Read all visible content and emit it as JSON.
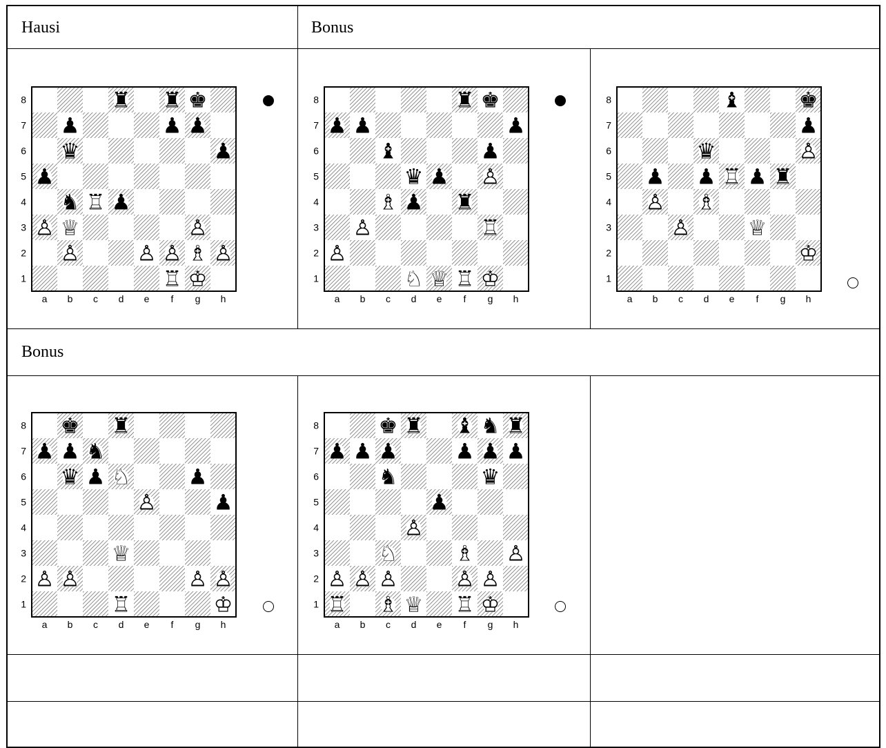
{
  "headers": {
    "hausi": "Hausi",
    "bonus_top": "Bonus",
    "bonus_mid": "Bonus"
  },
  "colors": {
    "light": "#ffffff",
    "dark_hatch": "#555555",
    "piece": "#000000"
  },
  "diagrams": [
    {
      "id": "d1",
      "to_move": "black",
      "pieces": {
        "d8": "r",
        "f8": "r",
        "g8": "k",
        "b7": "p",
        "f7": "p",
        "g7": "p",
        "b6": "q",
        "h6": "p",
        "a5": "p",
        "b4": "n",
        "c4": "R",
        "d4": "p",
        "a3": "P",
        "b3": "Q",
        "g3": "P",
        "b2": "P",
        "e2": "P",
        "f2": "P",
        "g2": "B",
        "h2": "P",
        "f1": "R",
        "g1": "K"
      }
    },
    {
      "id": "d2",
      "to_move": "black",
      "pieces": {
        "f8": "r",
        "g8": "k",
        "a7": "p",
        "b7": "p",
        "h7": "p",
        "c6": "b",
        "g6": "p",
        "d5": "q",
        "e5": "p",
        "g5": "P",
        "c4": "B",
        "d4": "p",
        "f4": "r",
        "b3": "P",
        "g3": "R",
        "a2": "P",
        "d1": "N",
        "e1": "Q",
        "f1": "R",
        "g1": "K"
      }
    },
    {
      "id": "d3",
      "to_move": "white",
      "pieces": {
        "e8": "b",
        "h8": "k",
        "h7": "p",
        "d6": "q",
        "h6": "P",
        "b5": "p",
        "d5": "p",
        "e5": "R",
        "f5": "p",
        "g5": "r",
        "b4": "P",
        "d4": "B",
        "c3": "P",
        "f3": "Q",
        "h2": "K"
      }
    },
    {
      "id": "d4",
      "to_move": "white",
      "pieces": {
        "b8": "k",
        "d8": "r",
        "a7": "p",
        "b7": "p",
        "c7": "n",
        "b6": "q",
        "c6": "p",
        "d6": "N",
        "g6": "p",
        "e5": "P",
        "h5": "p",
        "d3": "Q",
        "a2": "P",
        "b2": "P",
        "g2": "P",
        "h2": "P",
        "d1": "R",
        "h1": "K"
      }
    },
    {
      "id": "d5",
      "to_move": "white",
      "pieces": {
        "c8": "k",
        "d8": "r",
        "f8": "b",
        "g8": "n",
        "h8": "r",
        "a7": "p",
        "b7": "p",
        "c7": "p",
        "f7": "p",
        "g7": "p",
        "h7": "p",
        "c6": "n",
        "g6": "q",
        "e5": "p",
        "d4": "P",
        "c3": "N",
        "f3": "B",
        "h3": "P",
        "a2": "P",
        "b2": "P",
        "c2": "P",
        "f2": "P",
        "g2": "P",
        "a1": "R",
        "c1": "B",
        "d1": "Q",
        "f1": "R",
        "g1": "K"
      }
    }
  ],
  "glyphs": {
    "K": "♔",
    "Q": "♕",
    "R": "♖",
    "B": "♗",
    "N": "♘",
    "P": "♙",
    "k": "♚",
    "q": "♛",
    "r": "♜",
    "b": "♝",
    "n": "♞",
    "p": "♟"
  },
  "files": [
    "a",
    "b",
    "c",
    "d",
    "e",
    "f",
    "g",
    "h"
  ],
  "ranks": [
    "8",
    "7",
    "6",
    "5",
    "4",
    "3",
    "2",
    "1"
  ]
}
